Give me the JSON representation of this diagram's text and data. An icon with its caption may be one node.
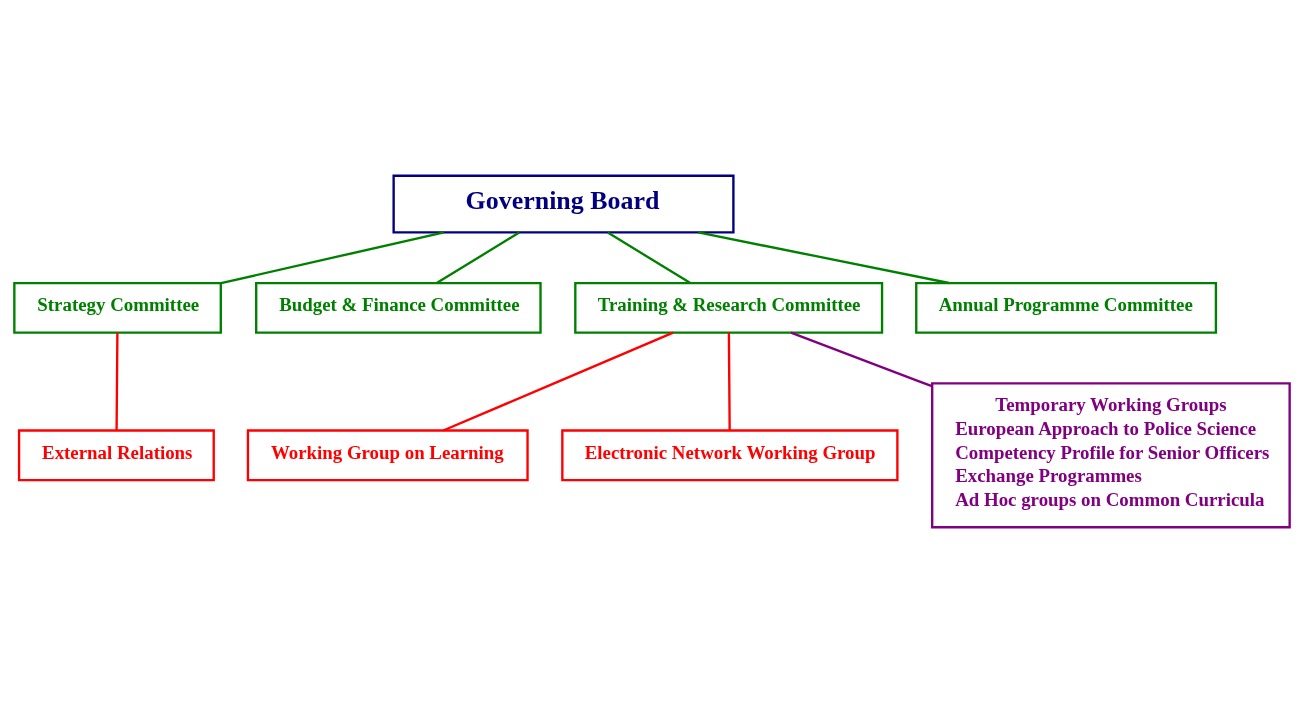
{
  "diagram": {
    "nodes": [
      {
        "text": [
          "Governing Board"
        ]
      },
      {
        "text": [
          "Strategy Committee"
        ]
      },
      {
        "text": [
          "Budget & Finance Committee"
        ]
      },
      {
        "text": [
          "Training & Research Committee"
        ]
      },
      {
        "text": [
          "Annual Programme Committee"
        ]
      },
      {
        "text": [
          "External Relations"
        ]
      },
      {
        "text": [
          "Working Group on Learning"
        ]
      },
      {
        "text": [
          "Electronic Network Working Group"
        ]
      },
      {
        "text": [
          "Temporary Working Groups",
          "European Approach to Police Science",
          "Competency Profile for Senior Officers",
          "Exchange Programmes",
          "Ad Hoc groups on Common Curricula"
        ]
      }
    ],
    "edges": [
      {
        "from": 0,
        "to": 1,
        "arrow": "none"
      },
      {
        "from": 0,
        "to": 2,
        "arrow": "none"
      },
      {
        "from": 0,
        "to": 3,
        "arrow": "none"
      },
      {
        "from": 0,
        "to": 4,
        "arrow": "none"
      },
      {
        "from": 1,
        "to": 5,
        "arrow": "none",
        "color": "#ff0000"
      },
      {
        "from": 3,
        "to": 6,
        "arrow": "none",
        "color": "#ff0000"
      },
      {
        "from": 3,
        "to": 7,
        "arrow": "none",
        "color": "#ff0000"
      },
      {
        "from": 3,
        "to": 8,
        "arrow": "none",
        "color": "#800080"
      }
    ]
  }
}
